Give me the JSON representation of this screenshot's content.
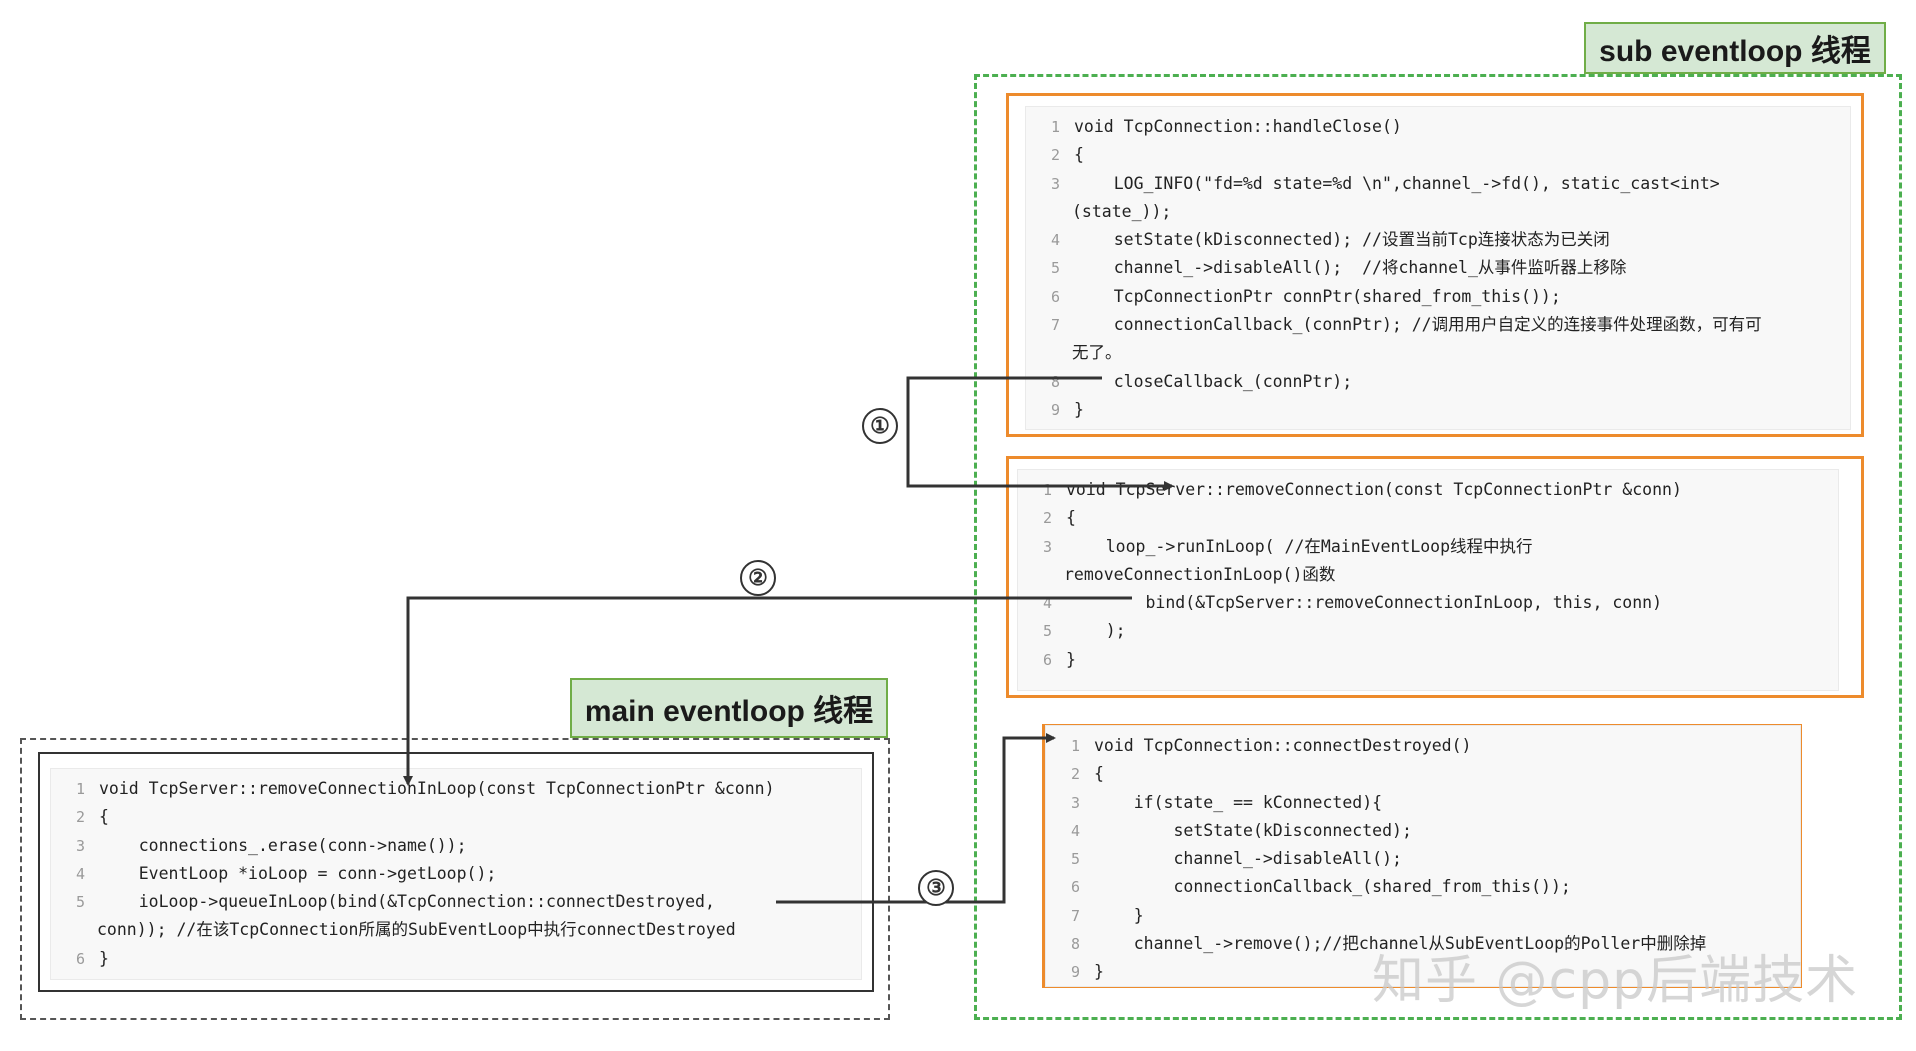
{
  "labels": {
    "sub_thread": "sub eventloop 线程",
    "main_thread": "main eventloop 线程"
  },
  "markers": [
    "①",
    "②",
    "③"
  ],
  "watermark": "知乎 @cpp后端技术",
  "colors": {
    "sub_region_border": "#4caf50",
    "tag_fill": "#d5e8d4",
    "code_box_border": "#ed8b2c",
    "arrow": "#333333"
  },
  "code_blocks": {
    "handle_close": [
      {
        "n": "1",
        "t": "void TcpConnection::handleClose()"
      },
      {
        "n": "2",
        "t": "{"
      },
      {
        "n": "3",
        "t": "    LOG_INFO(\"fd=%d state=%d \\n\",channel_->fd(), static_cast<int>"
      },
      {
        "n": "",
        "t": "(state_));"
      },
      {
        "n": "4",
        "t": "    setState(kDisconnected); //设置当前Tcp连接状态为已关闭"
      },
      {
        "n": "5",
        "t": "    channel_->disableAll();  //将channel_从事件监听器上移除"
      },
      {
        "n": "6",
        "t": "    TcpConnectionPtr connPtr(shared_from_this());"
      },
      {
        "n": "7",
        "t": "    connectionCallback_(connPtr); //调用用户自定义的连接事件处理函数，可有可"
      },
      {
        "n": "",
        "t": "无了。"
      },
      {
        "n": "8",
        "t": "    closeCallback_(connPtr);"
      },
      {
        "n": "9",
        "t": "}"
      }
    ],
    "remove_connection": [
      {
        "n": "1",
        "t": "void TcpServer::removeConnection(const TcpConnectionPtr &conn)"
      },
      {
        "n": "2",
        "t": "{"
      },
      {
        "n": "3",
        "t": "    loop_->runInLoop( //在MainEventLoop线程中执行"
      },
      {
        "n": "",
        "t": "removeConnectionInLoop()函数"
      },
      {
        "n": "4",
        "t": "        bind(&TcpServer::removeConnectionInLoop, this, conn)"
      },
      {
        "n": "5",
        "t": "    );"
      },
      {
        "n": "6",
        "t": "}"
      }
    ],
    "connect_destroyed": [
      {
        "n": "1",
        "t": "void TcpConnection::connectDestroyed()"
      },
      {
        "n": "2",
        "t": "{"
      },
      {
        "n": "3",
        "t": "    if(state_ == kConnected){"
      },
      {
        "n": "4",
        "t": "        setState(kDisconnected);"
      },
      {
        "n": "5",
        "t": "        channel_->disableAll();"
      },
      {
        "n": "6",
        "t": "        connectionCallback_(shared_from_this());"
      },
      {
        "n": "7",
        "t": "    }"
      },
      {
        "n": "8",
        "t": "    channel_->remove();//把channel从SubEventLoop的Poller中删除掉"
      },
      {
        "n": "9",
        "t": "}"
      }
    ],
    "remove_connection_in_loop": [
      {
        "n": "1",
        "t": "void TcpServer::removeConnectionInLoop(const TcpConnectionPtr &conn)"
      },
      {
        "n": "2",
        "t": "{"
      },
      {
        "n": "3",
        "t": "    connections_.erase(conn->name());"
      },
      {
        "n": "4",
        "t": "    EventLoop *ioLoop = conn->getLoop();"
      },
      {
        "n": "5",
        "t": "    ioLoop->queueInLoop(bind(&TcpConnection::connectDestroyed,"
      },
      {
        "n": "",
        "t": "conn)); //在该TcpConnection所属的SubEventLoop中执行connectDestroyed"
      },
      {
        "n": "6",
        "t": "}"
      }
    ]
  }
}
